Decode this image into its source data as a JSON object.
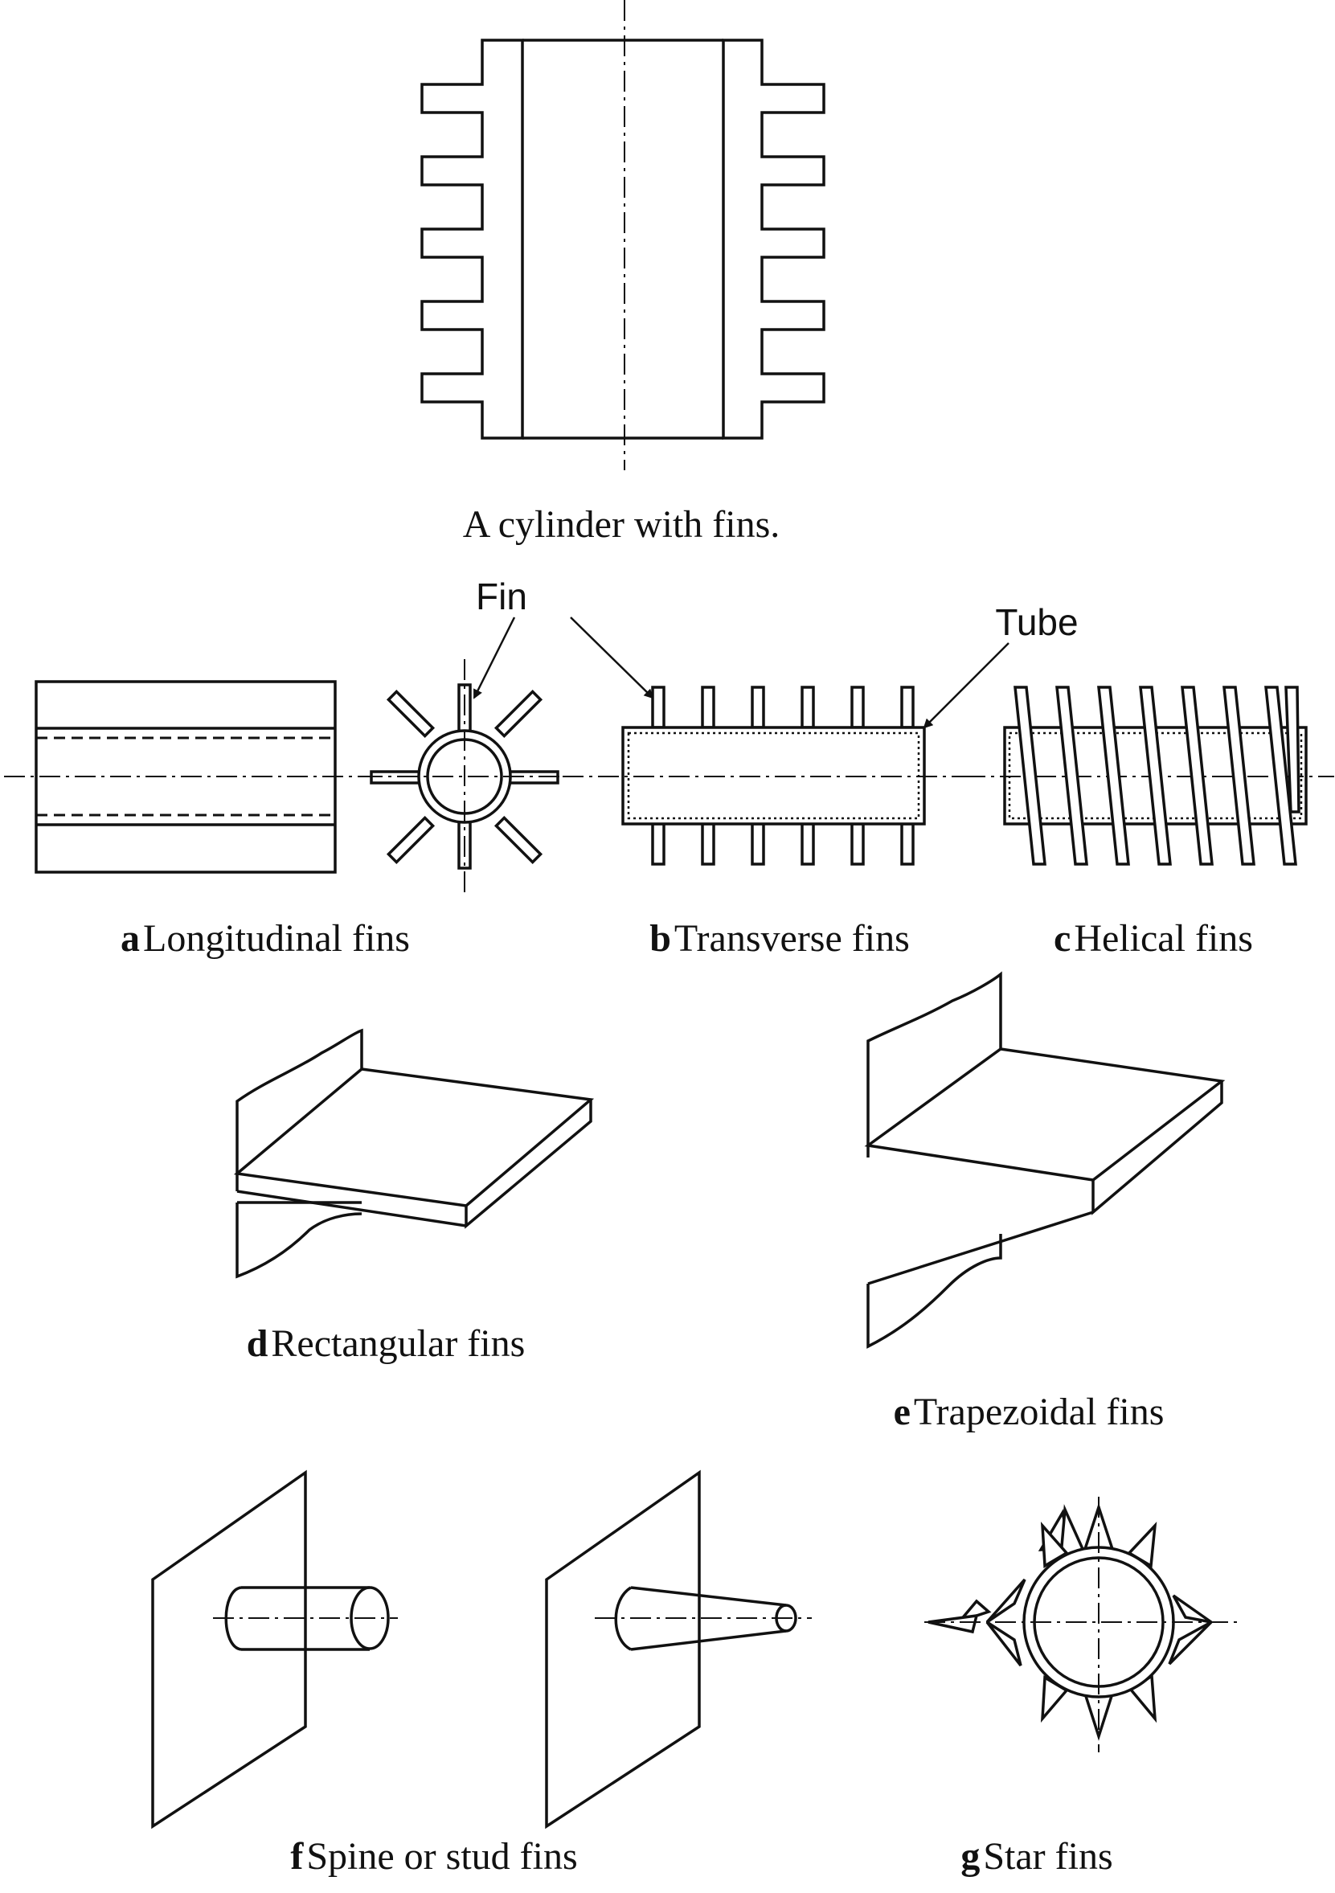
{
  "figure": {
    "top": {
      "caption": "A cylinder with fins."
    },
    "labels": {
      "fin": "Fin",
      "tube": "Tube"
    },
    "panels": [
      {
        "id": "a",
        "letter": "a",
        "text": "Longitudinal fins"
      },
      {
        "id": "b",
        "letter": "b",
        "text": "Transverse fins"
      },
      {
        "id": "c",
        "letter": "c",
        "text": "Helical fins"
      },
      {
        "id": "d",
        "letter": "d",
        "text": "Rectangular fins"
      },
      {
        "id": "e",
        "letter": "e",
        "text": "Trapezoidal fins"
      },
      {
        "id": "f",
        "letter": "f",
        "text": "Spine or stud fins"
      },
      {
        "id": "g",
        "letter": "g",
        "text": "Star fins"
      }
    ]
  }
}
